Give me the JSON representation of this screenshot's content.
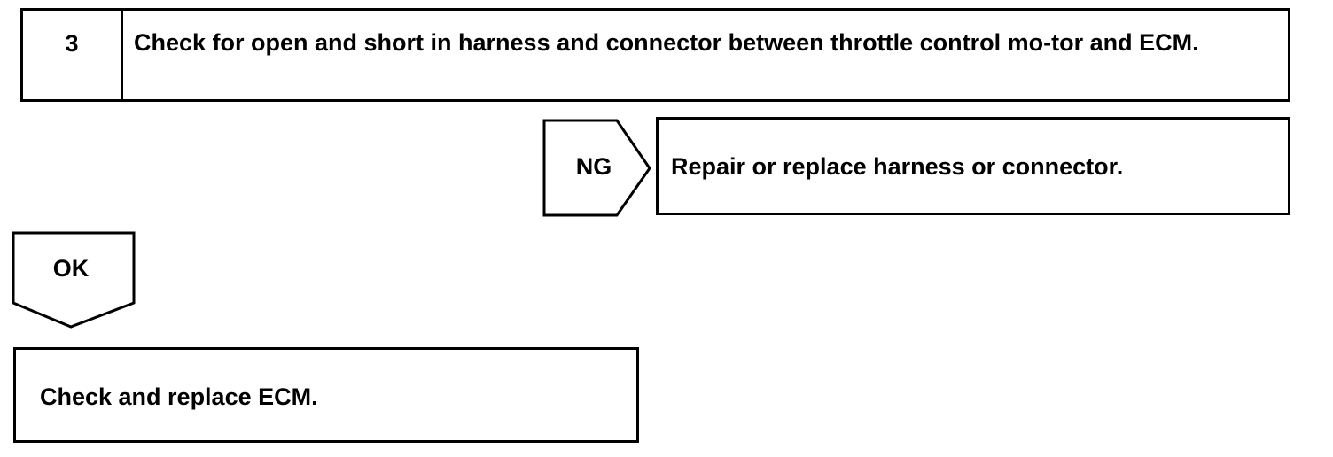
{
  "step": {
    "number": "3",
    "title": "Check for open and short in harness and connector between throttle control mo-tor and ECM."
  },
  "ng_branch": {
    "label": "NG",
    "result": "Repair or replace harness or connector."
  },
  "ok_branch": {
    "label": "OK"
  },
  "final": {
    "text": "Check and replace ECM."
  }
}
